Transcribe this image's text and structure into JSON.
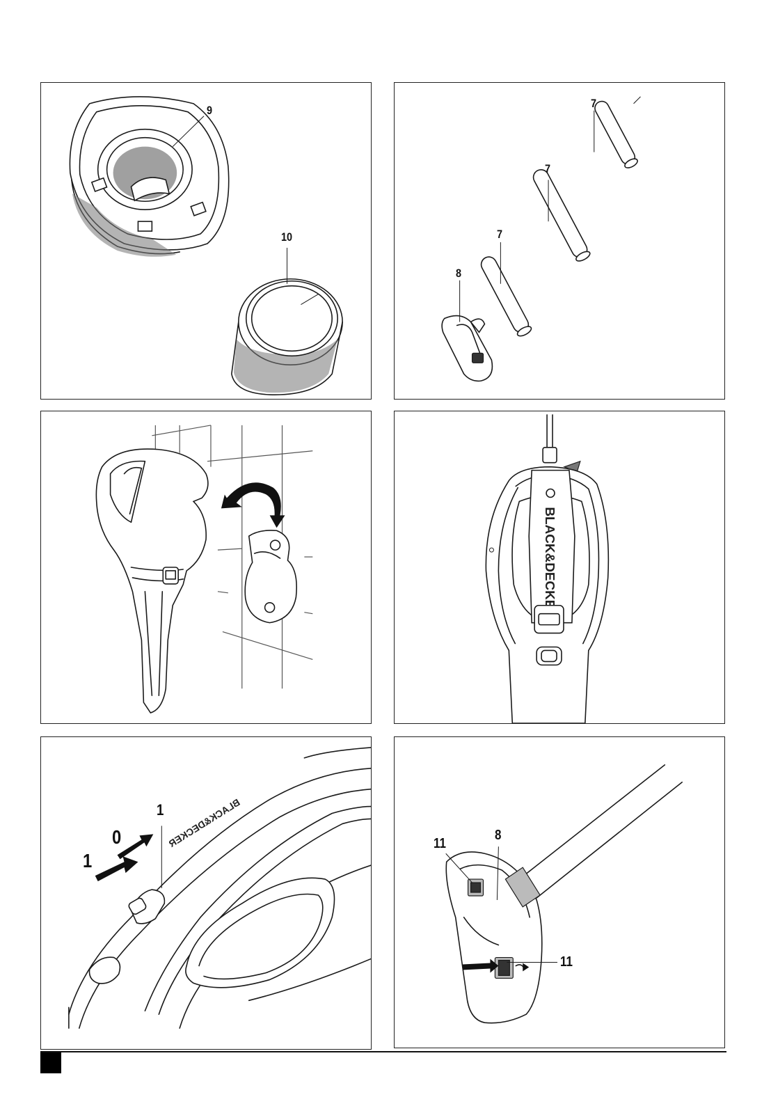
{
  "figures": [
    {
      "callouts": [
        "9",
        "10"
      ]
    },
    {
      "callouts": [
        "7",
        "7",
        "7",
        "8"
      ]
    },
    {
      "callouts": []
    },
    {
      "brand_text": "BLACK&DECKER"
    },
    {
      "callouts": [
        "1",
        "0",
        "1"
      ],
      "brand_text": "BLACK&DECKER"
    },
    {
      "callouts": [
        "11",
        "8",
        "11"
      ]
    }
  ]
}
